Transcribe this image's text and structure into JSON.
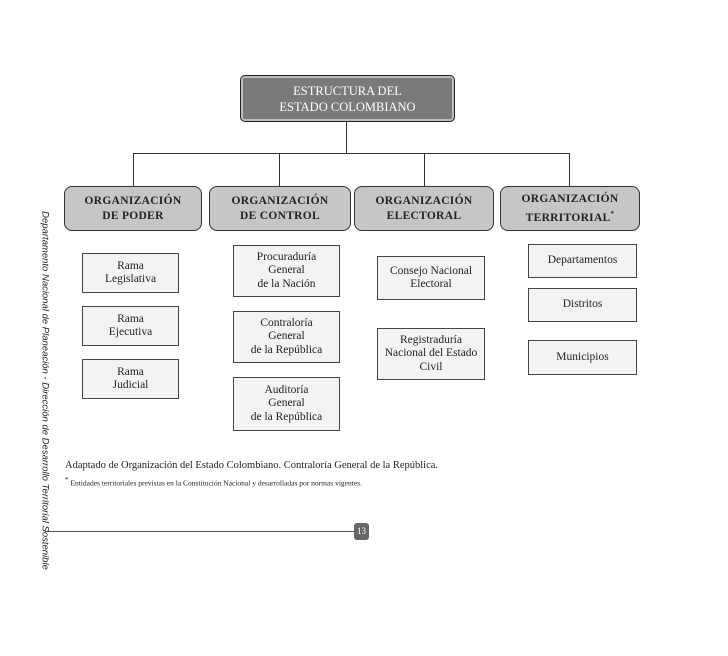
{
  "root": {
    "line1": "ESTRUCTURA DEL",
    "line2": "ESTADO COLOMBIANO"
  },
  "organizations": [
    {
      "line1": "ORGANIZACIÓN",
      "line2": "DE PODER",
      "mark": ""
    },
    {
      "line1": "ORGANIZACIÓN",
      "line2": "DE CONTROL",
      "mark": ""
    },
    {
      "line1": "ORGANIZACIÓN",
      "line2": "ELECTORAL",
      "mark": ""
    },
    {
      "line1": "ORGANIZACIÓN",
      "line2": "TERRITORIAL",
      "mark": "*"
    }
  ],
  "poder": [
    {
      "lines": [
        "Rama",
        "Legislativa"
      ]
    },
    {
      "lines": [
        "Rama",
        "Ejecutiva"
      ]
    },
    {
      "lines": [
        "Rama",
        "Judicial"
      ]
    }
  ],
  "control": [
    {
      "lines": [
        "Procuraduría",
        "General",
        "de la Nación"
      ]
    },
    {
      "lines": [
        "Contraloría",
        "General",
        "de la República"
      ]
    },
    {
      "lines": [
        "Auditoría",
        "General",
        "de la República"
      ]
    }
  ],
  "electoral": [
    {
      "lines": [
        "Consejo Nacional",
        "Electoral"
      ]
    },
    {
      "lines": [
        "Registraduría",
        "Nacional del Estado",
        "Civil"
      ]
    }
  ],
  "territorial": [
    {
      "lines": [
        "Departamentos"
      ]
    },
    {
      "lines": [
        "Distritos"
      ]
    },
    {
      "lines": [
        "Municipios"
      ]
    }
  ],
  "caption": "Adaptado de Organización del Estado Colombiano. Contraloría General de la República.",
  "footnote_mark": "*",
  "footnote": "Entidades territoriales previstas en la Constitución Nacional y desarrolladas por normas vigentes.",
  "sidebar": "Departamento Nacional de Planeación - Dirección de Desarrollo Territorial Sostenible",
  "page_number": "13"
}
